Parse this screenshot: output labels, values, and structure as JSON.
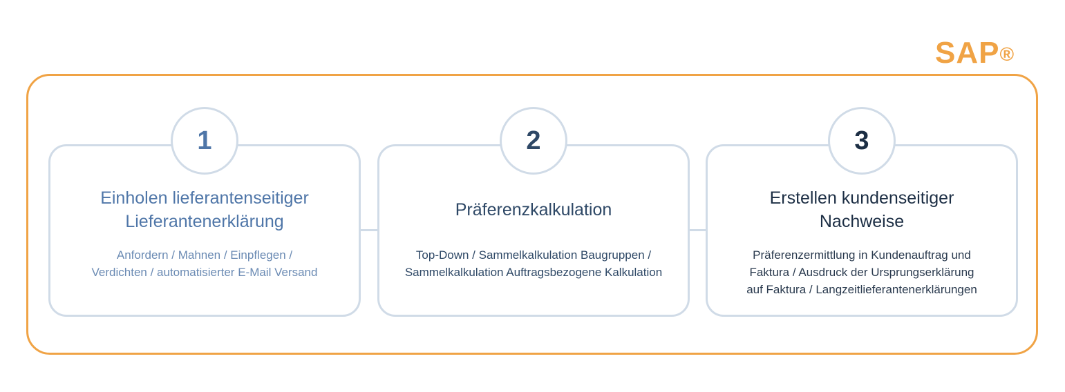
{
  "brand": {
    "name": "SAP",
    "mark": "®",
    "color": "#f0a345"
  },
  "steps": [
    {
      "number": "1",
      "title_line1": "Einholen lieferantenseitiger",
      "title_line2": "Lieferantenerklärung",
      "desc_line1": "Anfordern / Mahnen / Einpflegen /",
      "desc_line2": "Verdichten / automatisierter E-Mail Versand",
      "color": "#4f76a8"
    },
    {
      "number": "2",
      "title_line1": "Präferenzkalkulation",
      "desc_line1": "Top-Down / Sammelkalkulation Baugruppen /",
      "desc_line2": "Sammelkalkulation Auftragsbezogene Kalkulation",
      "color": "#2e4866"
    },
    {
      "number": "3",
      "title_line1": "Erstellen kundenseitiger",
      "title_line2": "Nachweise",
      "desc_line1": "Präferenzermittlung in Kundenauftrag und",
      "desc_line2": "Faktura / Ausdruck der Ursprungserklärung",
      "desc_line3": "auf Faktura / Langzeitlieferantenerklärungen",
      "color": "#1c2e44"
    }
  ]
}
